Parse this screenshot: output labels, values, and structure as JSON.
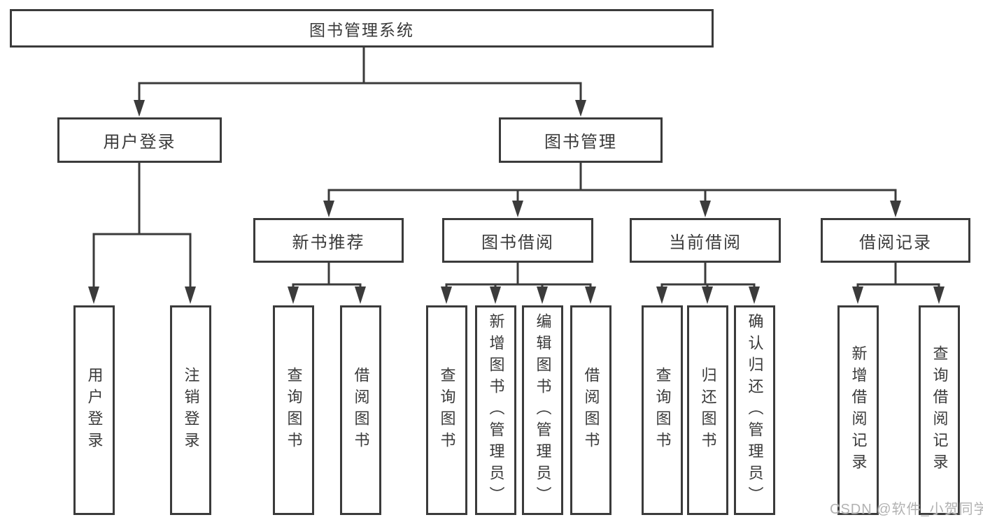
{
  "tree": {
    "root": "图书管理系统",
    "branches": [
      {
        "label": "用户登录",
        "leaves": [
          "用户登录",
          "注销登录"
        ]
      },
      {
        "label": "图书管理",
        "groups": [
          {
            "label": "新书推荐",
            "leaves": [
              "查询图书",
              "借阅图书"
            ]
          },
          {
            "label": "图书借阅",
            "leaves": [
              "查询图书",
              "新增图书（管理员）",
              "编辑图书（管理员）",
              "借阅图书"
            ]
          },
          {
            "label": "当前借阅",
            "leaves": [
              "查询图书",
              "归还图书",
              "确认归还（管理员）"
            ]
          },
          {
            "label": "借阅记录",
            "leaves": [
              "新增借阅记录",
              "查询借阅记录"
            ]
          }
        ]
      }
    ]
  },
  "colors": {
    "line": "#3b3b3b",
    "text": "#3a3a3a",
    "watermark": "#b2b2b2"
  },
  "watermark": {
    "text": "CSDN @软件_小贺同学"
  }
}
